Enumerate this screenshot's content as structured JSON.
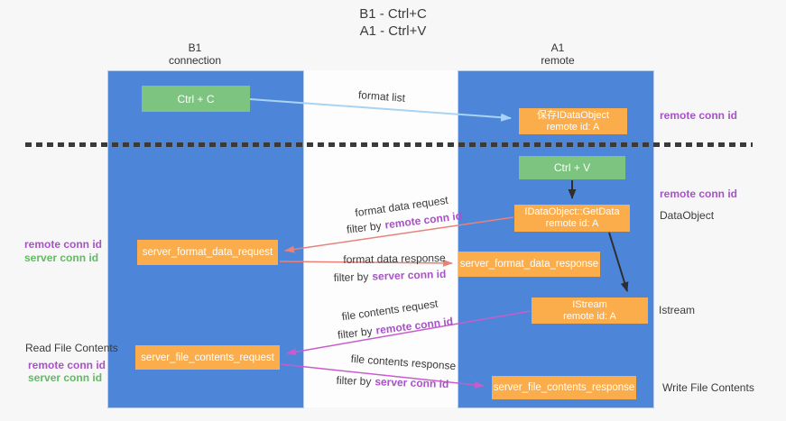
{
  "title": {
    "line1": "B1 - Ctrl+C",
    "line2": "A1 - Ctrl+V"
  },
  "lanes": {
    "left": {
      "name_line1": "B1",
      "name_line2": "connection"
    },
    "right": {
      "name_line1": "A1",
      "name_line2": "remote"
    }
  },
  "nodes": {
    "ctrl_c": "Ctrl + C",
    "ctrl_v": "Ctrl + V",
    "save_dataobject": {
      "line1": "保存IDataObject",
      "line2": "remote id: A"
    },
    "getdata": {
      "line1": "IDataObject::GetData",
      "line2": "remote id: A"
    },
    "istream": {
      "line1": "IStream",
      "line2": "remote id: A"
    },
    "server_format_data_request": "server_format_data_request",
    "server_format_data_response": "server_format_data_response",
    "server_file_contents_request": "server_file_contents_request",
    "server_file_contents_response": "server_file_contents_response"
  },
  "flow": {
    "format_list": "format list",
    "format_data_request": "format data request",
    "format_data_response": "format data response",
    "file_contents_request": "file contents request",
    "file_contents_response": "file contents response",
    "filter_by": "filter by",
    "remote_conn_id": "remote conn id",
    "server_conn_id": "server conn id"
  },
  "side_labels": {
    "right_remote_conn_id_top": "remote conn id",
    "right_remote_conn_id_mid": "remote conn id",
    "dataobject": "DataObject",
    "istream": "Istream",
    "write_file_contents": "Write File Contents",
    "left_remote_conn_id_format": "remote conn id",
    "left_server_conn_id_format": "server conn id",
    "read_file_contents": "Read File Contents",
    "left_remote_conn_id_file": "remote conn id",
    "left_server_conn_id_file": "server conn id"
  },
  "colors": {
    "lane-blue": "#4d86d8",
    "box-orange": "#fbad4b",
    "box-green": "#7cc47f",
    "accent-purple": "#a852c8",
    "accent-green": "#62ba64",
    "arrow-salmon": "#e8827a",
    "arrow-magenta": "#c95ccc",
    "arrow-lightblue": "#a9d3f2",
    "arrow-black": "#2e2e2e",
    "text-dark": "#3a3a3a"
  }
}
